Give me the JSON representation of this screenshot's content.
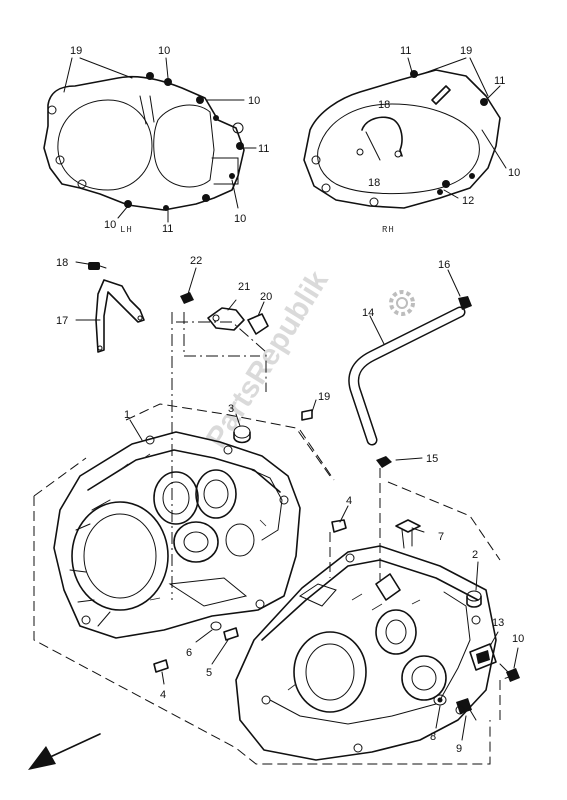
{
  "callouts": [
    {
      "id": "c-19-lh",
      "text": "19"
    },
    {
      "id": "c-10-lh-top",
      "text": "10"
    },
    {
      "id": "c-10-lh-right",
      "text": "10"
    },
    {
      "id": "c-11-lh-right",
      "text": "11"
    },
    {
      "id": "c-10-lh-bottom",
      "text": "10"
    },
    {
      "id": "c-11-lh-bottom",
      "text": "11"
    },
    {
      "id": "c-10-lh-lower",
      "text": "10"
    },
    {
      "id": "c-11-rh-top",
      "text": "11"
    },
    {
      "id": "c-19-rh",
      "text": "19"
    },
    {
      "id": "c-11-rh-right",
      "text": "11"
    },
    {
      "id": "c-18-rh-top",
      "text": "18"
    },
    {
      "id": "c-18-rh-bottom",
      "text": "18"
    },
    {
      "id": "c-10-rh",
      "text": "10"
    },
    {
      "id": "c-12-rh",
      "text": "12"
    },
    {
      "id": "c-18",
      "text": "18"
    },
    {
      "id": "c-22",
      "text": "22"
    },
    {
      "id": "c-16",
      "text": "16"
    },
    {
      "id": "c-21",
      "text": "21"
    },
    {
      "id": "c-20",
      "text": "20"
    },
    {
      "id": "c-17",
      "text": "17"
    },
    {
      "id": "c-14",
      "text": "14"
    },
    {
      "id": "c-1",
      "text": "1"
    },
    {
      "id": "c-3",
      "text": "3"
    },
    {
      "id": "c-19",
      "text": "19"
    },
    {
      "id": "c-15",
      "text": "15"
    },
    {
      "id": "c-4-upper",
      "text": "4"
    },
    {
      "id": "c-7",
      "text": "7"
    },
    {
      "id": "c-2",
      "text": "2"
    },
    {
      "id": "c-6",
      "text": "6"
    },
    {
      "id": "c-5",
      "text": "5"
    },
    {
      "id": "c-13",
      "text": "13"
    },
    {
      "id": "c-10",
      "text": "10"
    },
    {
      "id": "c-4-lower",
      "text": "4"
    },
    {
      "id": "c-8",
      "text": "8"
    },
    {
      "id": "c-9",
      "text": "9"
    }
  ],
  "side_labels": {
    "left": "LH",
    "right": "RH"
  },
  "watermark": "PartsRepublik"
}
